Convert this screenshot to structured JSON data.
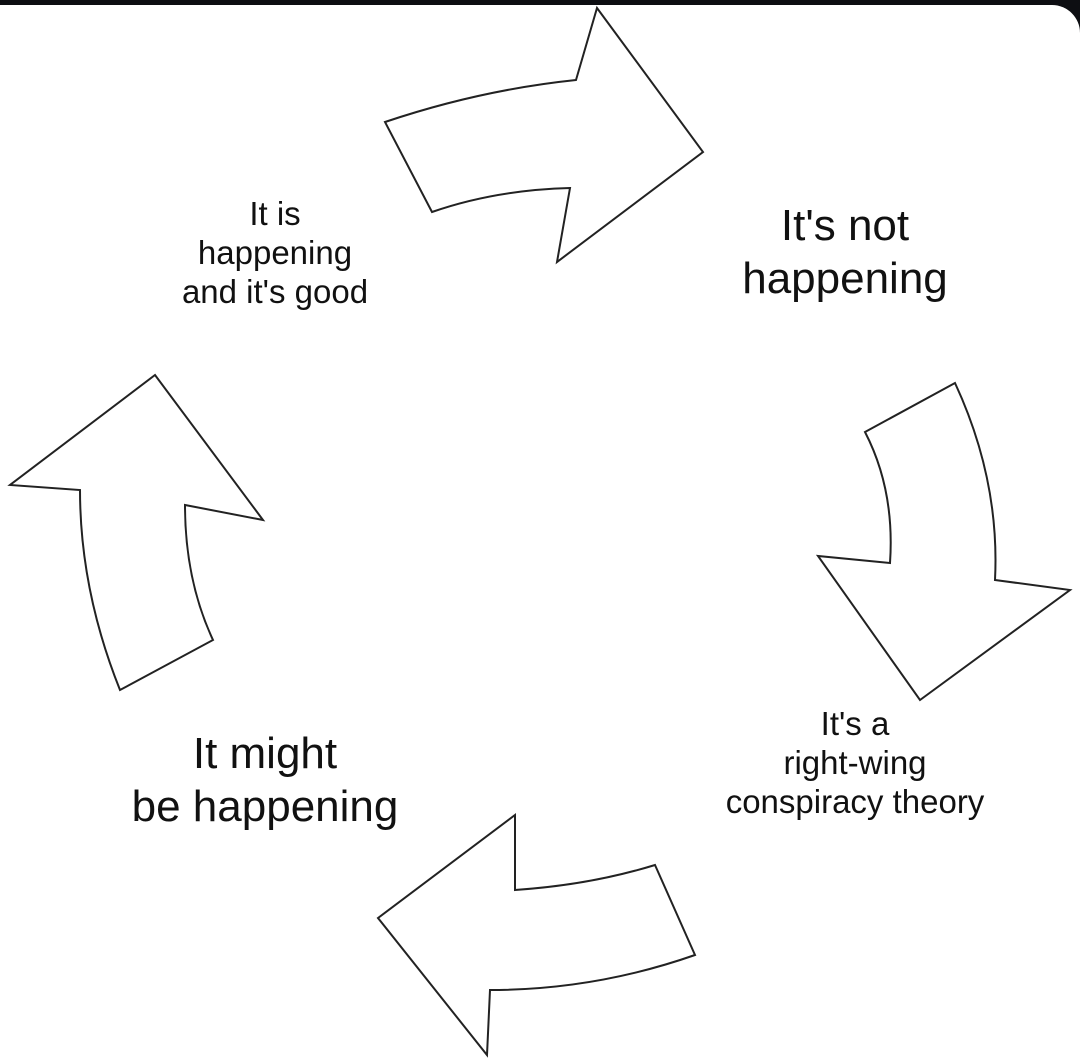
{
  "labels": {
    "top_left": [
      "It is",
      "happening",
      "and it's good"
    ],
    "top_right": [
      "It's not",
      "happening"
    ],
    "bottom_right": [
      "It's a",
      "right-wing",
      "conspiracy theory"
    ],
    "bottom_left": [
      "It might",
      "be happening"
    ]
  },
  "colors": {
    "stroke": "#222222",
    "fill": "#ffffff",
    "frame": "#0d0e12"
  }
}
